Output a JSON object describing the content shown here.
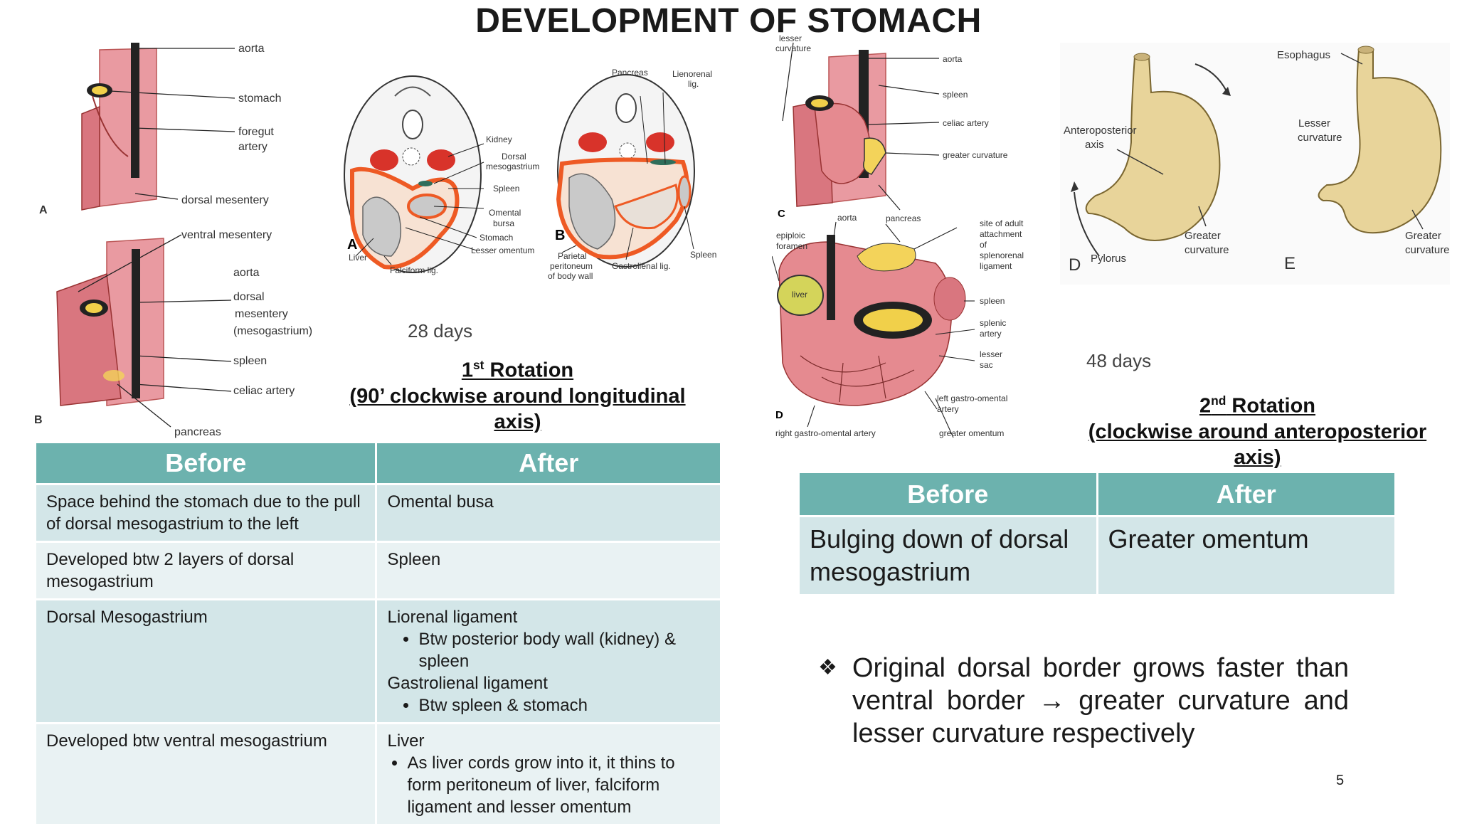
{
  "title": "DEVELOPMENT OF STOMACH",
  "rotation1": {
    "heading_ordinal": "1",
    "heading_sup": "st",
    "heading_word": "Rotation",
    "heading_sub": "(90’ clockwise around longitudinal axis)",
    "days": "28 days"
  },
  "rotation2": {
    "heading_ordinal": "2",
    "heading_sup": "nd",
    "heading_word": "Rotation",
    "heading_sub": "(clockwise around anteroposterior axis)",
    "days": "48 days"
  },
  "fig_A": {
    "letter": "A",
    "labels": [
      "aorta",
      "stomach",
      "foregut",
      "artery",
      "dorsal mesentery"
    ]
  },
  "fig_B": {
    "letter": "B",
    "labels": [
      "ventral mesentery",
      "aorta",
      "dorsal",
      "mesentery",
      "(mesogastrium)",
      "spleen",
      "celiac artery",
      "pancreas"
    ]
  },
  "section_A": {
    "letter": "A",
    "labels": [
      "Kidney",
      "Dorsal",
      "mesogastrium",
      "Spleen",
      "Omental",
      "bursa",
      "Stomach",
      "Lesser omentum",
      "Liver",
      "Falciform lig."
    ]
  },
  "section_B": {
    "letter": "B",
    "labels": [
      "Pancreas",
      "Lienorenal",
      "lig.",
      "Parietal",
      "peritoneum",
      "of body wall",
      "Gastrolienal lig.",
      "Spleen"
    ]
  },
  "fig_C": {
    "letter": "C",
    "labels": [
      "lesser",
      "curvature",
      "aorta",
      "spleen",
      "celiac artery",
      "greater curvature"
    ]
  },
  "fig_D": {
    "letter": "D",
    "labels": [
      "aorta",
      "pancreas",
      "epiploic",
      "foramen",
      "liver",
      "site of adult",
      "attachment",
      "of",
      "splenorenal",
      "ligament",
      "spleen",
      "splenic",
      "artery",
      "lesser",
      "sac",
      "left gastro-omental",
      "artery",
      "right gastro-omental artery",
      "greater omentum"
    ]
  },
  "fig_DE": {
    "letter_D": "D",
    "letter_E": "E",
    "labels": [
      "Esophagus",
      "Anteroposterior",
      "axis",
      "Lesser",
      "curvature",
      "Greater",
      "curvature",
      "Pylorus",
      "Greater",
      "curvature"
    ]
  },
  "table1": {
    "headers": [
      "Before",
      "After"
    ],
    "rows": [
      {
        "before": "Space behind the stomach due to the pull  of dorsal mesogastrium to the left",
        "after": "Omental busa"
      },
      {
        "before": "Developed btw 2 layers of dorsal mesogastrium",
        "after": "Spleen"
      },
      {
        "before": "Dorsal Mesogastrium",
        "after_1": "Liorenal ligament",
        "after_1_bullet": "Btw posterior body wall (kidney) & spleen",
        "after_2": "Gastrolienal ligament",
        "after_2_bullet": "Btw spleen & stomach"
      },
      {
        "before": "Developed btw ventral mesogastrium",
        "after": "Liver",
        "after_bullet": "As liver cords grow into it, it thins to form peritoneum of liver, falciform ligament and lesser omentum"
      }
    ]
  },
  "table2": {
    "headers": [
      "Before",
      "After"
    ],
    "rows": [
      {
        "before": "Bulging down of dorsal mesogastrium",
        "after": "Greater omentum"
      }
    ]
  },
  "bullet": {
    "mark": "❖",
    "text": "Original dorsal border grows faster than ventral border → greater curvature and lesser curvature respectively"
  },
  "page_number": "5",
  "colors": {
    "table_header": "#6cb2ae",
    "row_odd": "#d3e6e8",
    "row_even": "#e9f2f3",
    "tissue_pink": "#e99aa1",
    "tissue_orange": "#ee5a24",
    "stomach_tan": "#e8d49a"
  }
}
